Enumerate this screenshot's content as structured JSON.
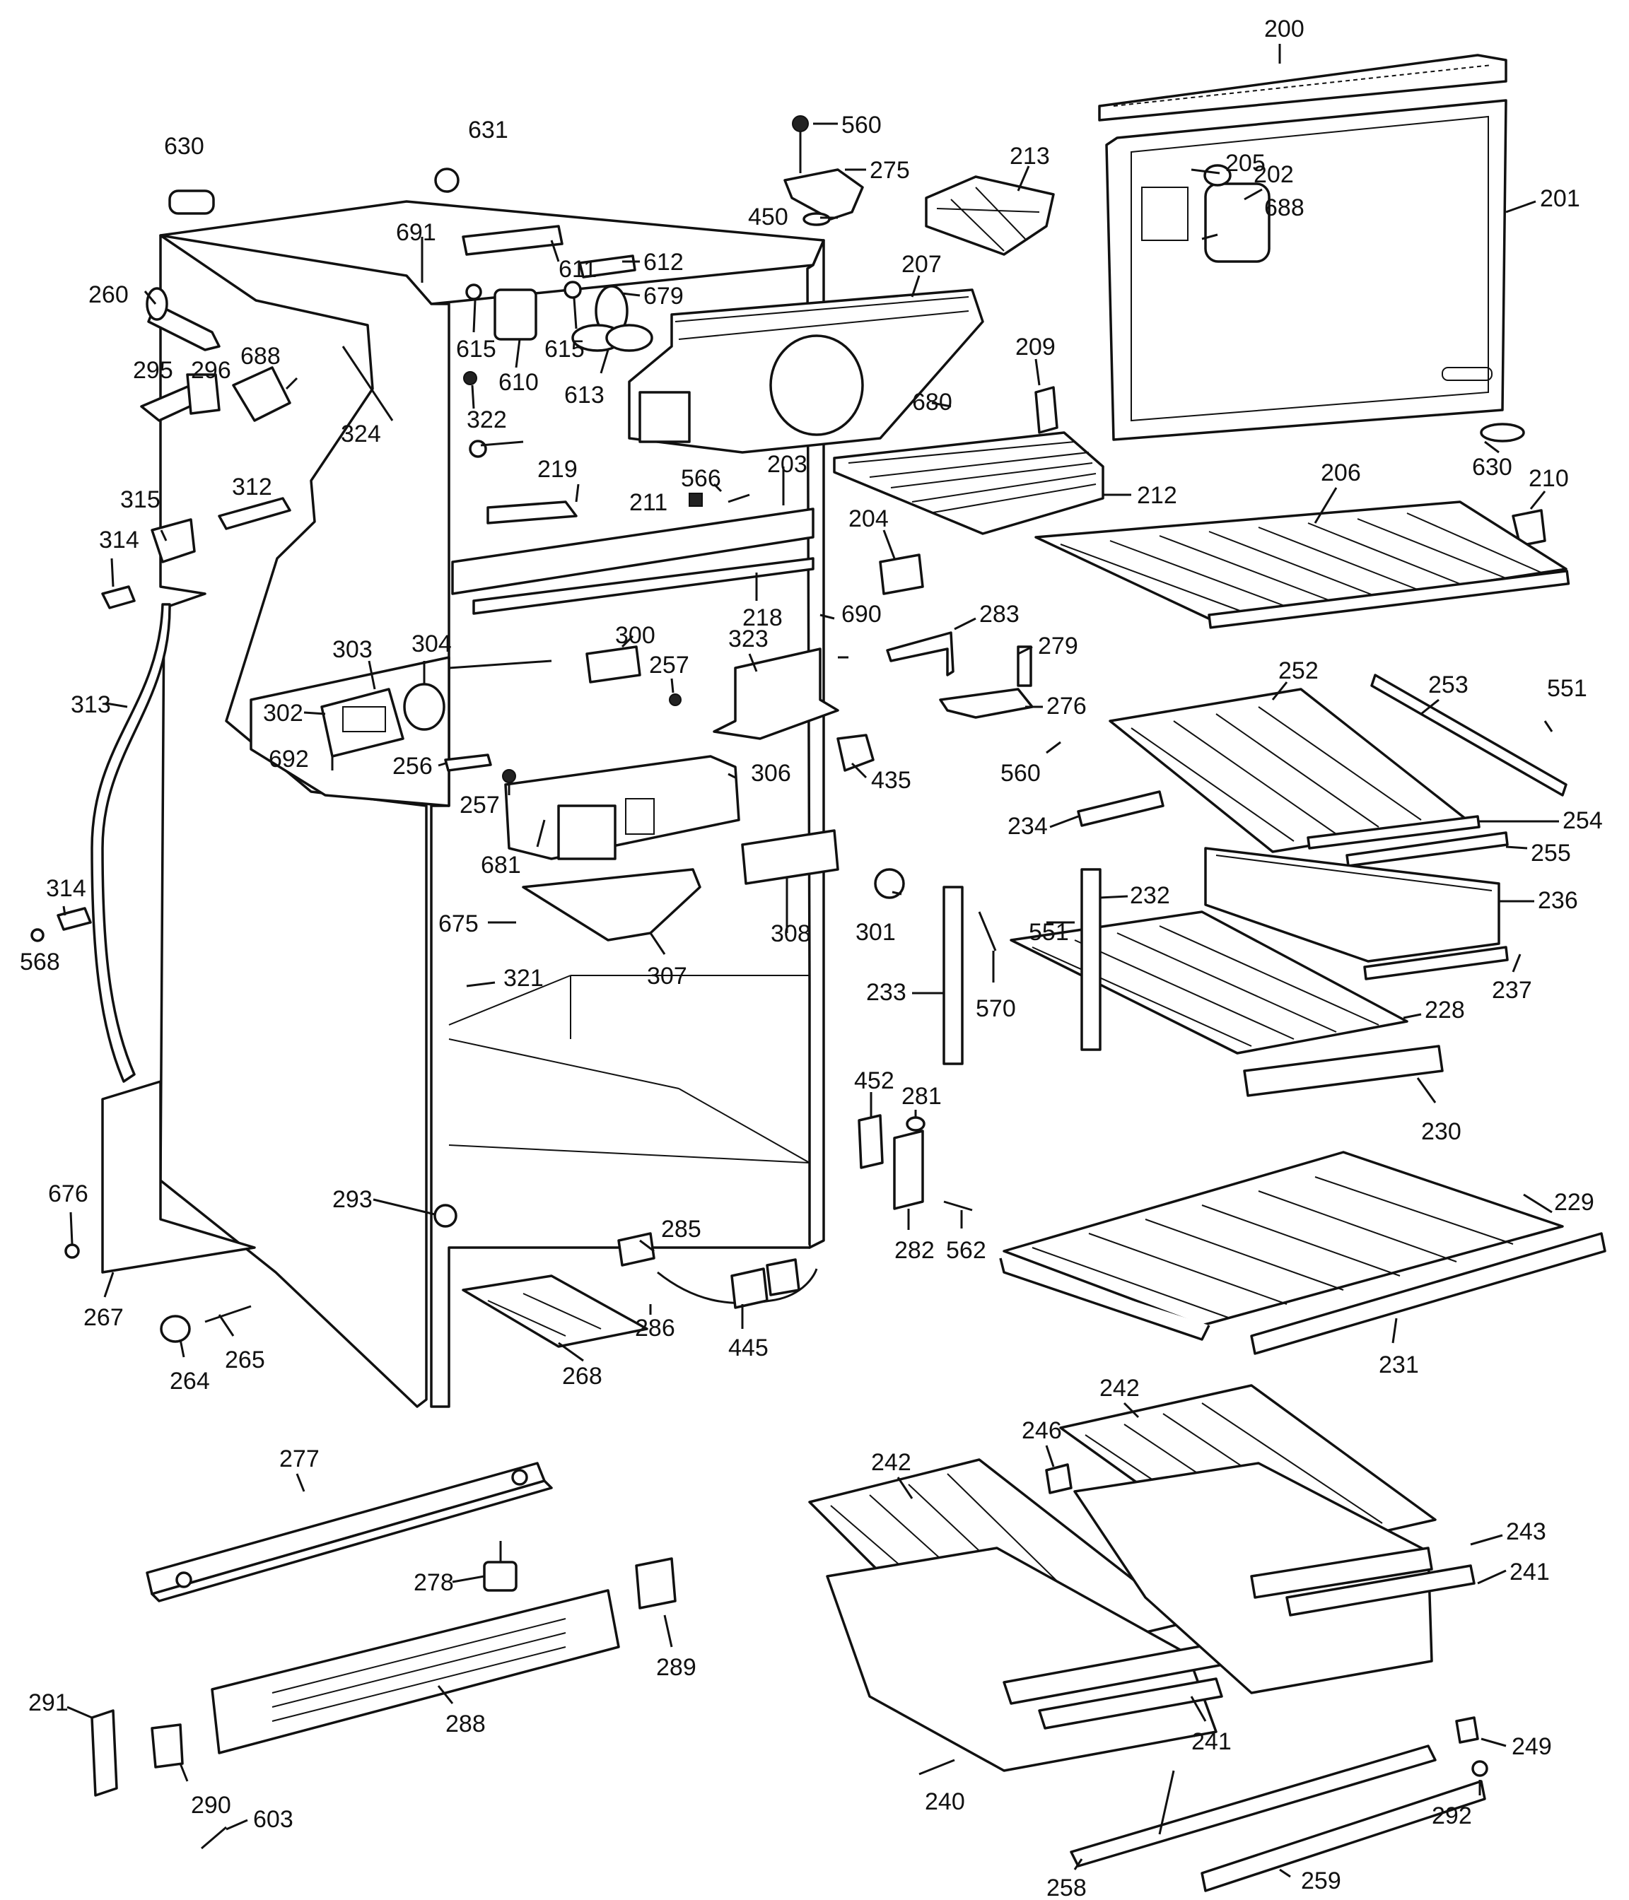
{
  "labels": {
    "l200": "200",
    "l201": "201",
    "l202": "202",
    "l203": "203",
    "l204": "204",
    "l205": "205",
    "l206": "206",
    "l207": "207",
    "l209": "209",
    "l210": "210",
    "l211": "211",
    "l212": "212",
    "l213": "213",
    "l218": "218",
    "l219": "219",
    "l228": "228",
    "l229": "229",
    "l230": "230",
    "l231": "231",
    "l232": "232",
    "l233": "233",
    "l234": "234",
    "l236": "236",
    "l237": "237",
    "l240": "240",
    "l241a": "241",
    "l241b": "241",
    "l242a": "242",
    "l242b": "242",
    "l243": "243",
    "l246": "246",
    "l249": "249",
    "l252": "252",
    "l253": "253",
    "l254": "254",
    "l255": "255",
    "l256": "256",
    "l257a": "257",
    "l257b": "257",
    "l258": "258",
    "l259": "259",
    "l260": "260",
    "l264": "264",
    "l265": "265",
    "l267": "267",
    "l268": "268",
    "l275": "275",
    "l276": "276",
    "l277": "277",
    "l278": "278",
    "l279": "279",
    "l281": "281",
    "l282": "282",
    "l283": "283",
    "l285": "285",
    "l286": "286",
    "l288": "288",
    "l289": "289",
    "l290": "290",
    "l291": "291",
    "l292": "292",
    "l293": "293",
    "l295": "295",
    "l296": "296",
    "l300": "300",
    "l301": "301",
    "l302": "302",
    "l303": "303",
    "l304": "304",
    "l306": "306",
    "l307": "307",
    "l308": "308",
    "l312": "312",
    "l313": "313",
    "l314a": "314",
    "l314b": "314",
    "l315": "315",
    "l321": "321",
    "l322": "322",
    "l323": "323",
    "l324": "324",
    "l435": "435",
    "l445": "445",
    "l450": "450",
    "l452": "452",
    "l551a": "551",
    "l551b": "551",
    "l560a": "560",
    "l560b": "560",
    "l562": "562",
    "l566": "566",
    "l568": "568",
    "l570": "570",
    "l603": "603",
    "l610": "610",
    "l611": "611",
    "l612": "612",
    "l613": "613",
    "l615a": "615",
    "l615b": "615",
    "l630a": "630",
    "l630b": "630",
    "l631": "631",
    "l675": "675",
    "l676": "676",
    "l679": "679",
    "l680": "680",
    "l681": "681",
    "l688a": "688",
    "l688b": "688",
    "l690": "690",
    "l691": "691",
    "l692": "692"
  }
}
